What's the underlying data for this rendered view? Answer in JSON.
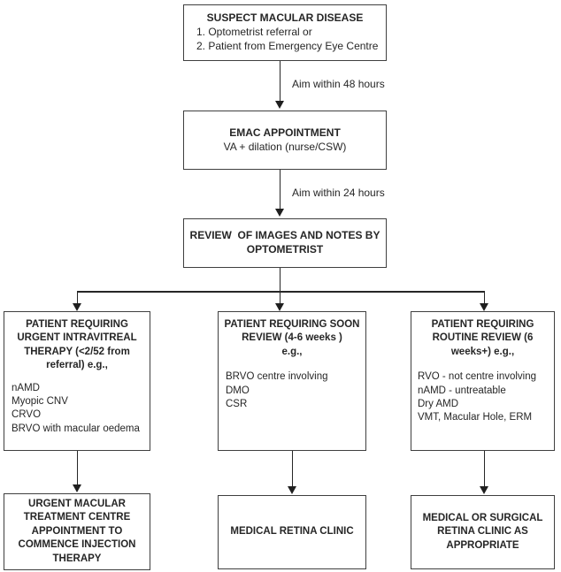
{
  "diagram_title": "Suspect macular disease referral pathway flowchart",
  "colors": {
    "background": "#ffffff",
    "box_border": "#3f3f3f",
    "line": "#262626",
    "text": "#262626"
  },
  "edges": {
    "suspect_to_emac_label": "Aim within 48 hours",
    "emac_to_review_label": "Aim within 24 hours"
  },
  "nodes": {
    "suspect": {
      "title_lines": [
        "SUSPECT MACULAR DISEASE"
      ],
      "items": [
        "1. Optometrist referral or",
        "2. Patient from Emergency Eye Centre"
      ]
    },
    "emac": {
      "title_lines": [
        "EMAC APPOINTMENT"
      ],
      "subtitle": "VA + dilation (nurse/CSW)"
    },
    "review": {
      "title_lines": [
        "REVIEW  OF IMAGES AND NOTES BY",
        "OPTOMETRIST"
      ]
    },
    "urgent": {
      "title_lines": [
        "PATIENT REQUIRING",
        "URGENT INTRAVITREAL",
        "THERAPY (<2/52 from",
        "referral) e.g.,"
      ],
      "items": [
        "nAMD",
        "Myopic CNV",
        "CRVO",
        "BRVO with macular oedema"
      ]
    },
    "soon": {
      "title_lines": [
        "PATIENT REQUIRING SOON",
        "REVIEW (4-6 weeks )",
        "e.g.,"
      ],
      "items": [
        "BRVO centre involving",
        "DMO",
        "CSR"
      ]
    },
    "routine": {
      "title_lines": [
        "PATIENT REQUIRING",
        "ROUTINE REVIEW (6",
        "weeks+) e.g.,"
      ],
      "items": [
        "RVO - not centre involving",
        "nAMD - untreatable",
        "Dry AMD",
        "VMT, Macular Hole, ERM"
      ]
    },
    "urgent_outcome": {
      "title_lines": [
        "URGENT MACULAR",
        "TREATMENT CENTRE",
        "APPOINTMENT TO",
        "COMMENCE INJECTION",
        "THERAPY"
      ]
    },
    "soon_outcome": {
      "title_lines": [
        "MEDICAL RETINA CLINIC"
      ]
    },
    "routine_outcome": {
      "title_lines": [
        "MEDICAL OR SURGICAL",
        "RETINA CLINIC AS",
        "APPROPRIATE"
      ]
    }
  }
}
